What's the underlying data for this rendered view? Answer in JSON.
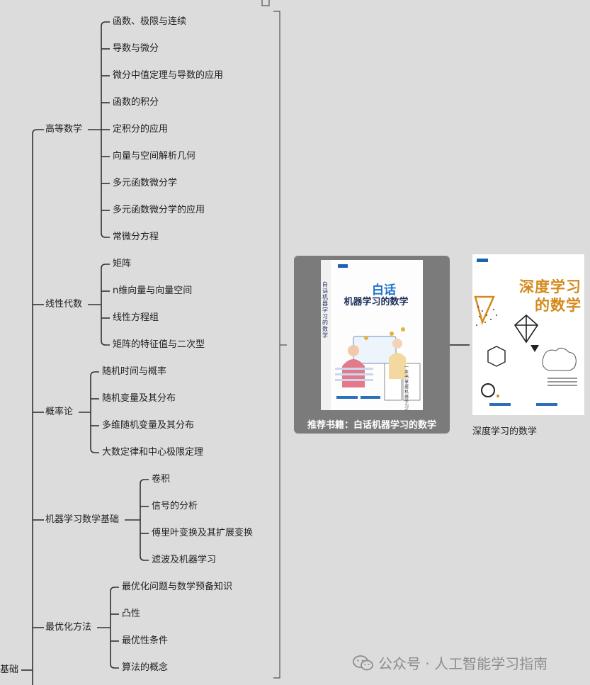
{
  "root_label": "基础",
  "branches": [
    {
      "label": "高等数学",
      "items": [
        "函数、极限与连续",
        "导数与微分",
        "微分中值定理与导数的应用",
        "函数的积分",
        "定积分的应用",
        "向量与空间解析几何",
        "多元函数微分学",
        "多元函数微分学的应用",
        "常微分方程"
      ]
    },
    {
      "label": "线性代数",
      "items": [
        "矩阵",
        "n维向量与向量空间",
        "线性方程组",
        "矩阵的特征值与二次型"
      ]
    },
    {
      "label": "概率论",
      "items": [
        "随机时间与概率",
        "随机变量及其分布",
        "多维随机变量及其分布",
        "大数定律和中心极限定理"
      ]
    },
    {
      "label": "机器学习数学基础",
      "items": [
        "卷积",
        "信号的分析",
        "傅里叶变换及其扩展变换",
        "滤波及机器学习"
      ]
    },
    {
      "label": "最优化方法",
      "items": [
        "最优化问题与数学预备知识",
        "凸性",
        "最优性条件",
        "算法的概念"
      ]
    }
  ],
  "book1": {
    "caption": "推荐书籍：白话机器学习的数学",
    "cover_title_line1": "白话",
    "cover_title_line2": "机器学习的数学",
    "spine_text": "白话机器学习的数学",
    "side_text": "一本书掌握机器学习的数学"
  },
  "book2": {
    "caption": "深度学习的数学",
    "cover_title_line1": "深度学习",
    "cover_title_line2": "的数学"
  },
  "watermark": "公众号 · 人工智能学习指南",
  "colors": {
    "background": "#dcdcdc",
    "line": "#333333",
    "bracket": "#555555",
    "card": "#7b7b7b",
    "book2_title": "#d4891a",
    "watermark": "#8d8d8d"
  }
}
